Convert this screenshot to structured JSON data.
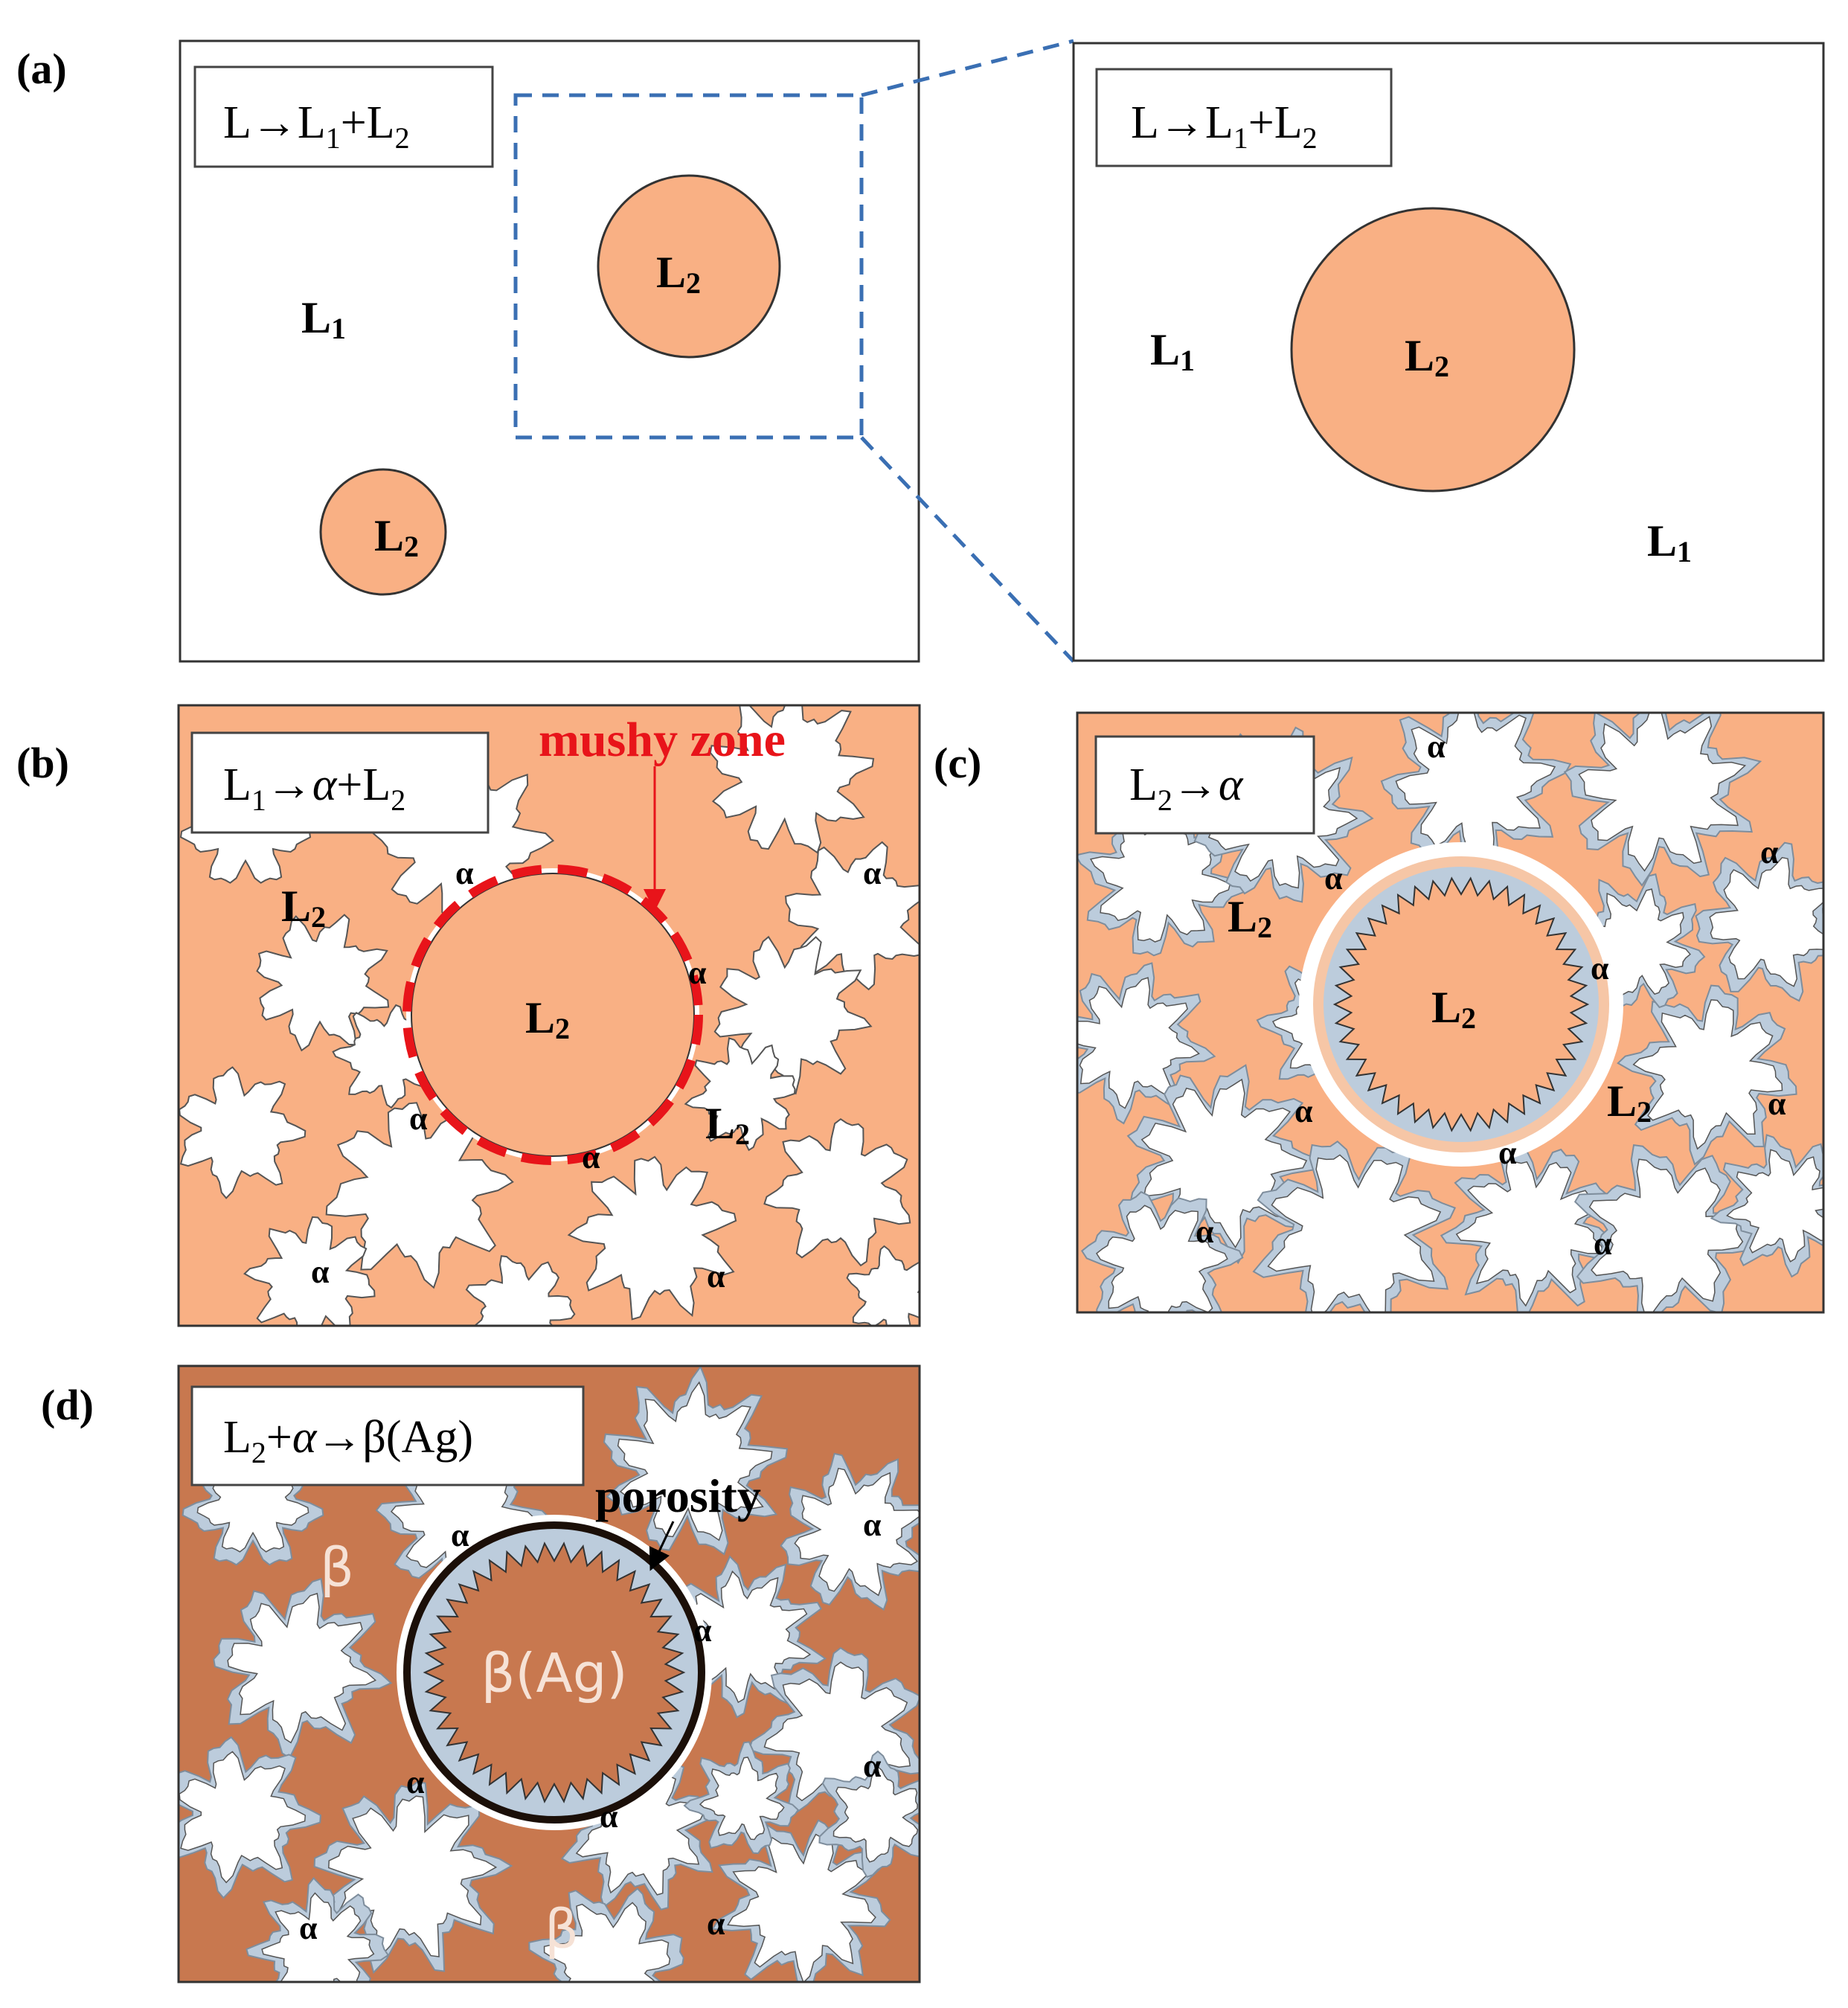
{
  "colors": {
    "l2_fill": "#f9b084",
    "beta_fill": "#c8784f",
    "alpha_rim": "#bcccdc",
    "mushy_zone": "#e8141a",
    "zoom_link": "#3a6fb3",
    "frame": "#333333"
  },
  "panel_a": {
    "label": "(a)",
    "reaction": {
      "lhs": "L",
      "arrow": "→",
      "p1": "L",
      "s1": "1",
      "plus": "+",
      "p2": "L",
      "s2": "2"
    },
    "phases": {
      "l1_a": "L",
      "l1_a_sub": "1",
      "l2_top": "L",
      "l2_top_sub": "2",
      "l2_bottom": "L",
      "l2_bottom_sub": "2"
    }
  },
  "panel_a_zoom": {
    "reaction": {
      "lhs": "L",
      "arrow": "→",
      "p1": "L",
      "s1": "1",
      "plus": "+",
      "p2": "L",
      "s2": "2"
    },
    "phases": {
      "l1_left": "L",
      "l1_left_sub": "1",
      "l2_center": "L",
      "l2_center_sub": "2",
      "l1_right": "L",
      "l1_right_sub": "1"
    }
  },
  "panel_b": {
    "label": "(b)",
    "reaction": {
      "lhs": "L",
      "lhs_sub": "1",
      "arrow": "→",
      "p1": "α",
      "plus": "+",
      "p2": "L",
      "s2": "2"
    },
    "callout": "mushy zone",
    "phases": {
      "l2": "L",
      "l2_sub": "2"
    },
    "alpha_symbol": "α"
  },
  "panel_c": {
    "label": "(c)",
    "reaction": {
      "lhs": "L",
      "lhs_sub": "2",
      "arrow": "→",
      "p1": "α"
    },
    "phases": {
      "l2": "L",
      "l2_sub": "2"
    },
    "alpha_symbol": "α"
  },
  "panel_d": {
    "label": "(d)",
    "reaction": {
      "lhs": "L",
      "lhs_sub": "2",
      "plus": "+",
      "p1": "α",
      "arrow": "→",
      "p2": "β(Ag)"
    },
    "callout": "porosity",
    "center": "β(Ag)",
    "beta": "β",
    "alpha_symbol": "α"
  }
}
